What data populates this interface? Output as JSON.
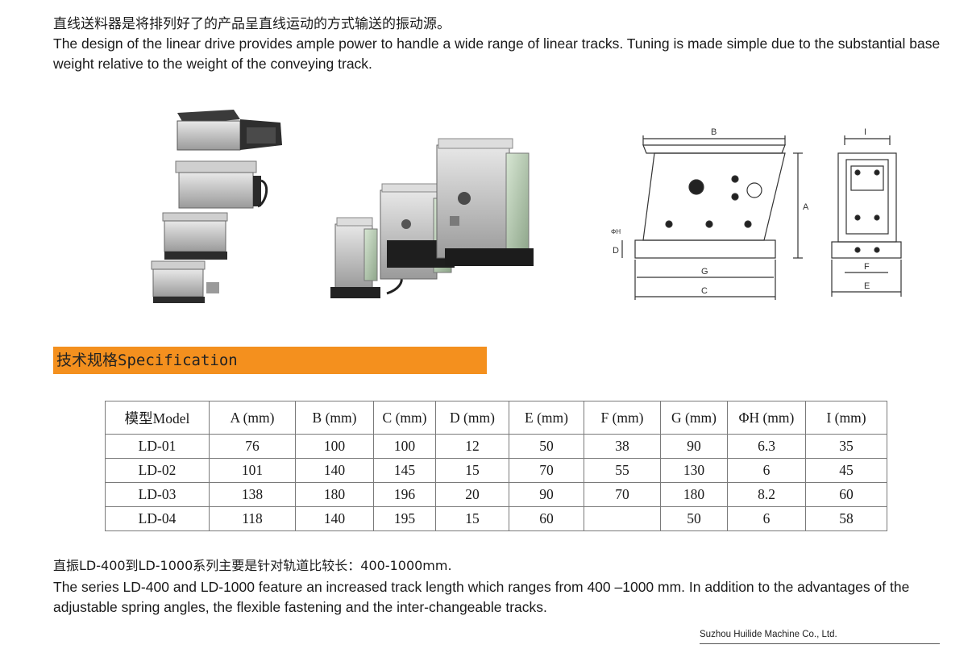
{
  "intro": {
    "cn": "直线送料器是将排列好了的产品呈直线运动的方式输送的振动源。",
    "en": "The design of the linear drive provides ample power to handle a wide range of linear tracks. Tuning is made simple due to the substantial base weight relative to the weight of the conveying track."
  },
  "drawing_labels": {
    "b": "B",
    "a": "A",
    "d": "D",
    "g": "G",
    "c": "C",
    "h": "ΦH",
    "i": "I",
    "f": "F",
    "e": "E"
  },
  "spec": {
    "title": "技术规格Specification",
    "headers": [
      "模型Model",
      "A (mm)",
      "B (mm)",
      "C (mm)",
      "D (mm)",
      "E (mm)",
      "F (mm)",
      "G (mm)",
      "ΦH (mm)",
      "I (mm)"
    ],
    "rows": [
      [
        "LD-01",
        "76",
        "100",
        "100",
        "12",
        "50",
        "38",
        "90",
        "6.3",
        "35"
      ],
      [
        "LD-02",
        "101",
        "140",
        "145",
        "15",
        "70",
        "55",
        "130",
        "6",
        "45"
      ],
      [
        "LD-03",
        "138",
        "180",
        "196",
        "20",
        "90",
        "70",
        "180",
        "8.2",
        "60"
      ],
      [
        "LD-04",
        "118",
        "140",
        "195",
        "15",
        "60",
        "",
        "50",
        "6",
        "58"
      ]
    ]
  },
  "outro": {
    "cn": "直振LD-400到LD-1000系列主要是针对轨道比较长：400-1000mm.",
    "en": "The series LD-400 and LD-1000 feature an increased track length which ranges from 400 –1000 mm. In addition to the advantages of the adjustable spring angles, the flexible fastening and the inter-changeable tracks."
  },
  "company": "Suzhou Huilide Machine Co., Ltd."
}
